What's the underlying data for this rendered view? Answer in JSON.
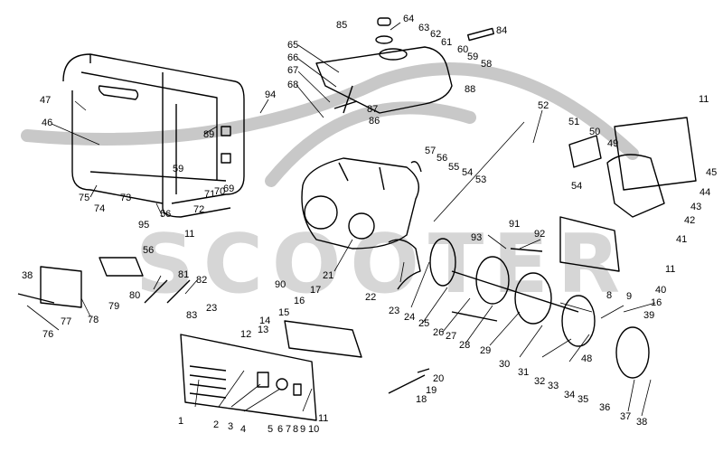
{
  "watermark": "SCOOTER",
  "part_labels": [
    {
      "id": "1",
      "text": "1"
    },
    {
      "id": "2",
      "text": "2"
    },
    {
      "id": "3",
      "text": "3"
    },
    {
      "id": "4",
      "text": "4"
    },
    {
      "id": "5",
      "text": "5"
    },
    {
      "id": "6",
      "text": "6"
    },
    {
      "id": "7",
      "text": "7"
    },
    {
      "id": "8",
      "text": "8"
    },
    {
      "id": "8b",
      "text": "8"
    },
    {
      "id": "9",
      "text": "9"
    },
    {
      "id": "9b",
      "text": "9"
    },
    {
      "id": "10",
      "text": "10"
    },
    {
      "id": "11a",
      "text": "11"
    },
    {
      "id": "11b",
      "text": "11"
    },
    {
      "id": "11c",
      "text": "11"
    },
    {
      "id": "11d",
      "text": "11"
    },
    {
      "id": "12",
      "text": "12"
    },
    {
      "id": "13",
      "text": "13"
    },
    {
      "id": "14",
      "text": "14"
    },
    {
      "id": "15",
      "text": "15"
    },
    {
      "id": "16a",
      "text": "16"
    },
    {
      "id": "16b",
      "text": "16"
    },
    {
      "id": "17",
      "text": "17"
    },
    {
      "id": "18",
      "text": "18"
    },
    {
      "id": "19",
      "text": "19"
    },
    {
      "id": "20",
      "text": "20"
    },
    {
      "id": "21",
      "text": "21"
    },
    {
      "id": "22",
      "text": "22"
    },
    {
      "id": "23a",
      "text": "23"
    },
    {
      "id": "23b",
      "text": "23"
    },
    {
      "id": "24",
      "text": "24"
    },
    {
      "id": "25",
      "text": "25"
    },
    {
      "id": "26",
      "text": "26"
    },
    {
      "id": "27",
      "text": "27"
    },
    {
      "id": "28",
      "text": "28"
    },
    {
      "id": "29",
      "text": "29"
    },
    {
      "id": "30",
      "text": "30"
    },
    {
      "id": "31",
      "text": "31"
    },
    {
      "id": "32",
      "text": "32"
    },
    {
      "id": "33",
      "text": "33"
    },
    {
      "id": "34",
      "text": "34"
    },
    {
      "id": "35",
      "text": "35"
    },
    {
      "id": "36",
      "text": "36"
    },
    {
      "id": "37",
      "text": "37"
    },
    {
      "id": "38a",
      "text": "38"
    },
    {
      "id": "38b",
      "text": "38"
    },
    {
      "id": "39",
      "text": "39"
    },
    {
      "id": "40",
      "text": "40"
    },
    {
      "id": "41",
      "text": "41"
    },
    {
      "id": "42",
      "text": "42"
    },
    {
      "id": "43",
      "text": "43"
    },
    {
      "id": "44",
      "text": "44"
    },
    {
      "id": "45",
      "text": "45"
    },
    {
      "id": "46",
      "text": "46"
    },
    {
      "id": "47",
      "text": "47"
    },
    {
      "id": "48",
      "text": "48"
    },
    {
      "id": "49",
      "text": "49"
    },
    {
      "id": "50",
      "text": "50"
    },
    {
      "id": "51",
      "text": "51"
    },
    {
      "id": "52",
      "text": "52"
    },
    {
      "id": "53",
      "text": "53"
    },
    {
      "id": "54a",
      "text": "54"
    },
    {
      "id": "54b",
      "text": "54"
    },
    {
      "id": "55",
      "text": "55"
    },
    {
      "id": "56a",
      "text": "56"
    },
    {
      "id": "56b",
      "text": "56"
    },
    {
      "id": "56c",
      "text": "56"
    },
    {
      "id": "57",
      "text": "57"
    },
    {
      "id": "58",
      "text": "58"
    },
    {
      "id": "59a",
      "text": "59"
    },
    {
      "id": "59b",
      "text": "59"
    },
    {
      "id": "60",
      "text": "60"
    },
    {
      "id": "61",
      "text": "61"
    },
    {
      "id": "62",
      "text": "62"
    },
    {
      "id": "63",
      "text": "63"
    },
    {
      "id": "64",
      "text": "64"
    },
    {
      "id": "65",
      "text": "65"
    },
    {
      "id": "66",
      "text": "66"
    },
    {
      "id": "67",
      "text": "67"
    },
    {
      "id": "68",
      "text": "68"
    },
    {
      "id": "69",
      "text": "69"
    },
    {
      "id": "70",
      "text": "70"
    },
    {
      "id": "71",
      "text": "71"
    },
    {
      "id": "72",
      "text": "72"
    },
    {
      "id": "73",
      "text": "73"
    },
    {
      "id": "74",
      "text": "74"
    },
    {
      "id": "75",
      "text": "75"
    },
    {
      "id": "76",
      "text": "76"
    },
    {
      "id": "77",
      "text": "77"
    },
    {
      "id": "78",
      "text": "78"
    },
    {
      "id": "79",
      "text": "79"
    },
    {
      "id": "80",
      "text": "80"
    },
    {
      "id": "81",
      "text": "81"
    },
    {
      "id": "82",
      "text": "82"
    },
    {
      "id": "83",
      "text": "83"
    },
    {
      "id": "84",
      "text": "84"
    },
    {
      "id": "85",
      "text": "85"
    },
    {
      "id": "86",
      "text": "86"
    },
    {
      "id": "87",
      "text": "87"
    },
    {
      "id": "88",
      "text": "88"
    },
    {
      "id": "89",
      "text": "89"
    },
    {
      "id": "90",
      "text": "90"
    },
    {
      "id": "91",
      "text": "91"
    },
    {
      "id": "92",
      "text": "92"
    },
    {
      "id": "93",
      "text": "93"
    },
    {
      "id": "94",
      "text": "94"
    },
    {
      "id": "95",
      "text": "95"
    }
  ]
}
